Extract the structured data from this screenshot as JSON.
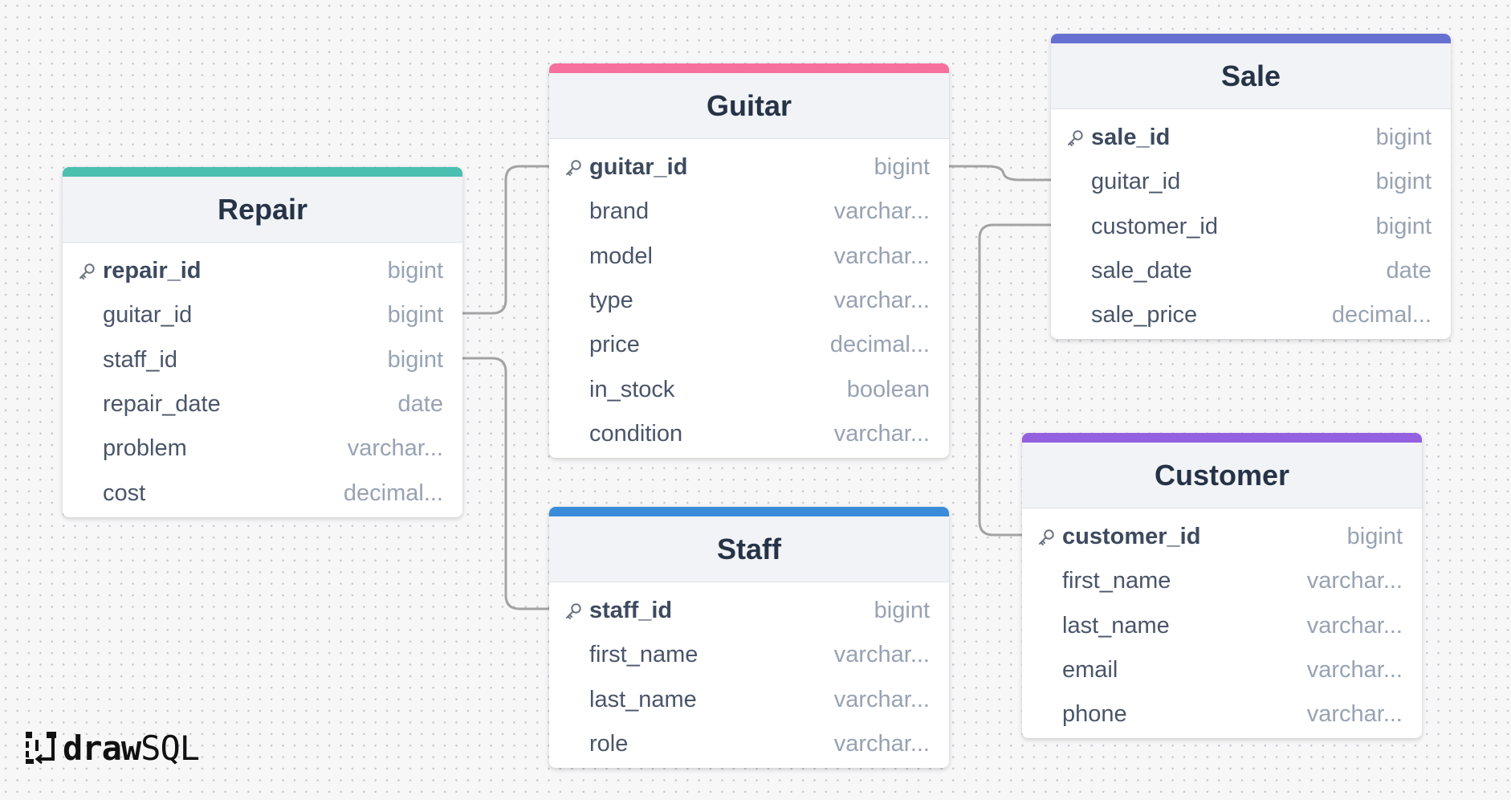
{
  "diagram": {
    "tables": [
      {
        "id": "repair",
        "name": "Repair",
        "accent": "#4bbfb0",
        "columns": [
          {
            "name": "repair_id",
            "type": "bigint",
            "pk": true
          },
          {
            "name": "guitar_id",
            "type": "bigint",
            "pk": false
          },
          {
            "name": "staff_id",
            "type": "bigint",
            "pk": false
          },
          {
            "name": "repair_date",
            "type": "date",
            "pk": false
          },
          {
            "name": "problem",
            "type": "varchar...",
            "pk": false
          },
          {
            "name": "cost",
            "type": "decimal...",
            "pk": false
          }
        ]
      },
      {
        "id": "guitar",
        "name": "Guitar",
        "accent": "#f76f9c",
        "columns": [
          {
            "name": "guitar_id",
            "type": "bigint",
            "pk": true
          },
          {
            "name": "brand",
            "type": "varchar...",
            "pk": false
          },
          {
            "name": "model",
            "type": "varchar...",
            "pk": false
          },
          {
            "name": "type",
            "type": "varchar...",
            "pk": false
          },
          {
            "name": "price",
            "type": "decimal...",
            "pk": false
          },
          {
            "name": "in_stock",
            "type": "boolean",
            "pk": false
          },
          {
            "name": "condition",
            "type": "varchar...",
            "pk": false
          }
        ]
      },
      {
        "id": "staff",
        "name": "Staff",
        "accent": "#3a8bd9",
        "columns": [
          {
            "name": "staff_id",
            "type": "bigint",
            "pk": true
          },
          {
            "name": "first_name",
            "type": "varchar...",
            "pk": false
          },
          {
            "name": "last_name",
            "type": "varchar...",
            "pk": false
          },
          {
            "name": "role",
            "type": "varchar...",
            "pk": false
          }
        ]
      },
      {
        "id": "sale",
        "name": "Sale",
        "accent": "#6670d0",
        "columns": [
          {
            "name": "sale_id",
            "type": "bigint",
            "pk": true
          },
          {
            "name": "guitar_id",
            "type": "bigint",
            "pk": false
          },
          {
            "name": "customer_id",
            "type": "bigint",
            "pk": false
          },
          {
            "name": "sale_date",
            "type": "date",
            "pk": false
          },
          {
            "name": "sale_price",
            "type": "decimal...",
            "pk": false
          }
        ]
      },
      {
        "id": "customer",
        "name": "Customer",
        "accent": "#9360e0",
        "columns": [
          {
            "name": "customer_id",
            "type": "bigint",
            "pk": true
          },
          {
            "name": "first_name",
            "type": "varchar...",
            "pk": false
          },
          {
            "name": "last_name",
            "type": "varchar...",
            "pk": false
          },
          {
            "name": "email",
            "type": "varchar...",
            "pk": false
          },
          {
            "name": "phone",
            "type": "varchar...",
            "pk": false
          }
        ]
      }
    ],
    "relations": [
      {
        "from": "repair.guitar_id",
        "to": "guitar.guitar_id"
      },
      {
        "from": "repair.staff_id",
        "to": "staff.staff_id"
      },
      {
        "from": "guitar.guitar_id",
        "to": "sale.guitar_id"
      },
      {
        "from": "sale.customer_id",
        "to": "customer.customer_id"
      }
    ]
  },
  "logo": {
    "bold": "draw",
    "light": "SQL"
  }
}
